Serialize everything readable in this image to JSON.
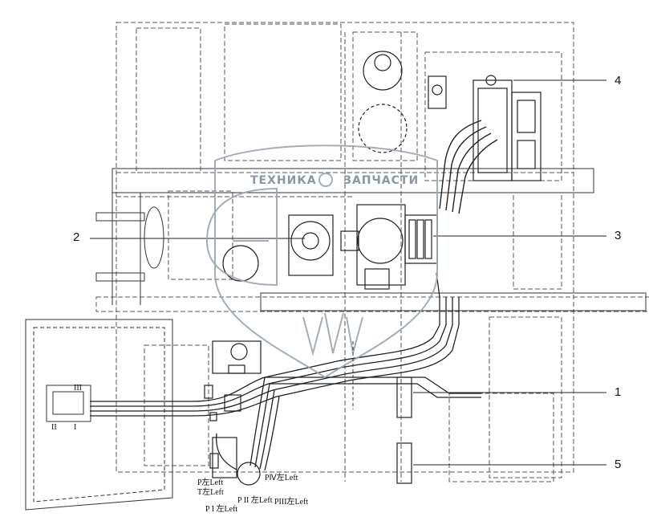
{
  "callouts": {
    "c1": "1",
    "c2": "2",
    "c3": "3",
    "c4": "4",
    "c5": "5"
  },
  "ports": {
    "p_left": "P左Left",
    "t_left": "T左Left",
    "p1_left": "P I 左Left",
    "p2_left": "P II 左Left",
    "p3_left": "PIII左Left",
    "p4_left": "PⅣ左Left"
  },
  "roman": {
    "r1": "I",
    "r2": "II",
    "r3": "III"
  },
  "watermark": {
    "word1": "ТЕХНИКА",
    "word2": "ЗАПЧАСТИ"
  },
  "colors": {
    "line": "#1a1a1a",
    "dashed": "#555555",
    "watermark": "#9aa5b1"
  }
}
